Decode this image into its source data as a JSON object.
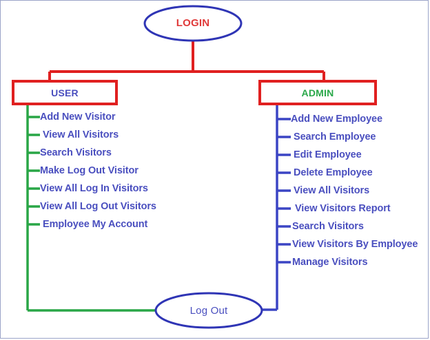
{
  "diagram": {
    "title_node": {
      "id": "login",
      "label": "LOGIN",
      "shape": "ellipse",
      "border_color": "#2f35b5",
      "text_color": "#e03a3a"
    },
    "end_node": {
      "id": "logout",
      "label": "Log Out",
      "shape": "ellipse",
      "border_color": "#2f35b5",
      "text_color": "#4a4fbf"
    },
    "branches": [
      {
        "id": "user",
        "label": "USER",
        "shape": "rectangle",
        "border_color": "#e02020",
        "text_color": "#4a4fbf",
        "connector_color": "#29a646",
        "items": [
          "Add New Visitor",
          "View All Visitors",
          "Search Visitors",
          "Make Log Out Visitor",
          "View All Log In Visitors",
          "View All Log Out Visitors",
          "Employee My Account"
        ]
      },
      {
        "id": "admin",
        "label": "ADMIN",
        "shape": "rectangle",
        "border_color": "#e02020",
        "text_color": "#2aa84a",
        "connector_color": "#3b45c4",
        "items": [
          "Add New Employee",
          "Search Employee",
          "Edit Employee",
          "Delete Employee",
          "View All Visitors",
          "View Visitors Report",
          "Search Visitors",
          "View Visitors By Employee",
          "Manage Visitors"
        ]
      }
    ],
    "colors": {
      "root_connector": "#e02020",
      "frame_border": "#9aa3c8",
      "background": "#ffffff",
      "leaf_text": "#4a4fbf"
    }
  }
}
